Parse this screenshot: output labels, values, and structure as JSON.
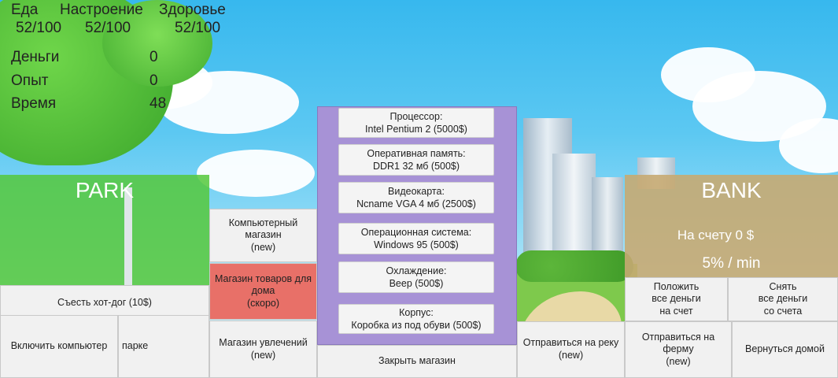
{
  "stats": {
    "headers": [
      "Еда",
      "Настроение",
      "Здоровье"
    ],
    "values": [
      "52/100",
      "52/100",
      "52/100"
    ],
    "money_label": "Деньги",
    "money_value": "0",
    "exp_label": "Опыт",
    "exp_value": "0",
    "time_label": "Время",
    "time_value": "48"
  },
  "park": {
    "title": "PARK",
    "eat_hotdog": "Съесть хот-дог (10$)",
    "turn_on_computer": "Включить компьютер",
    "park_text": "парке"
  },
  "shops": {
    "computer_store": "Компьютерный\nмагазин\n(new)",
    "home_goods_store": "Магазин товаров для\nдома\n(скоро)",
    "hobby_store": "Магазин увлечений\n(new)"
  },
  "store": {
    "items": [
      "Процессор:\nIntel Pentium 2 (5000$)",
      "Оперативная память:\nDDR1 32 мб (500$)",
      "Видеокарта:\nNcname VGA 4 мб (2500$)",
      "Операционная система:\nWindows 95 (500$)",
      "Охлаждение:\nВеер (500$)",
      "Корпус:\nКоробка из под обуви (500$)"
    ],
    "close": "Закрыть магазин"
  },
  "travel": {
    "river": "Отправиться на реку\n(new)",
    "farm": "Отправиться на\nферму\n(new)",
    "home": "Вернуться домой"
  },
  "bank": {
    "title": "BANK",
    "balance": "На счету 0 $",
    "rate": "5% / min",
    "deposit": "Положить\nвсе деньги\nна счет",
    "withdraw": "Снять\nвсе деньги\nсо счета"
  },
  "colors": {
    "park_panel": "#55c83b",
    "bank_panel": "#c6aa72",
    "store_panel": "#a792d6",
    "red_button": "#e87068"
  }
}
